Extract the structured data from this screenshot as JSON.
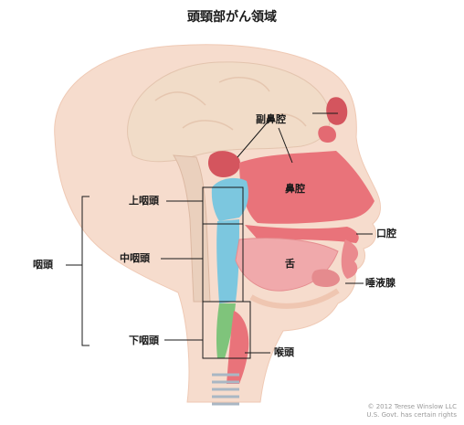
{
  "title": "頭頸部がん領域",
  "labels": {
    "paranasal_sinus": "副鼻腔",
    "nasal_cavity": "鼻腔",
    "nasopharynx": "上咽頭",
    "oral_cavity": "口腔",
    "pharynx": "咽頭",
    "oropharynx": "中咽頭",
    "tongue": "舌",
    "salivary_gland": "唾液腺",
    "hypopharynx": "下咽頭",
    "larynx": "喉頭"
  },
  "credit": {
    "line1": "© 2012 Terese Winslow LLC",
    "line2": "U.S. Govt. has certain rights"
  },
  "colors": {
    "skin": "#f3d3c2",
    "brain": "#efd9c6",
    "cavity": "#e9737a",
    "tongue": "#f0a9ab",
    "pharynx_blue": "#7cc7df",
    "hypopharynx_green": "#7fc47b",
    "line": "#1a1a1a"
  }
}
